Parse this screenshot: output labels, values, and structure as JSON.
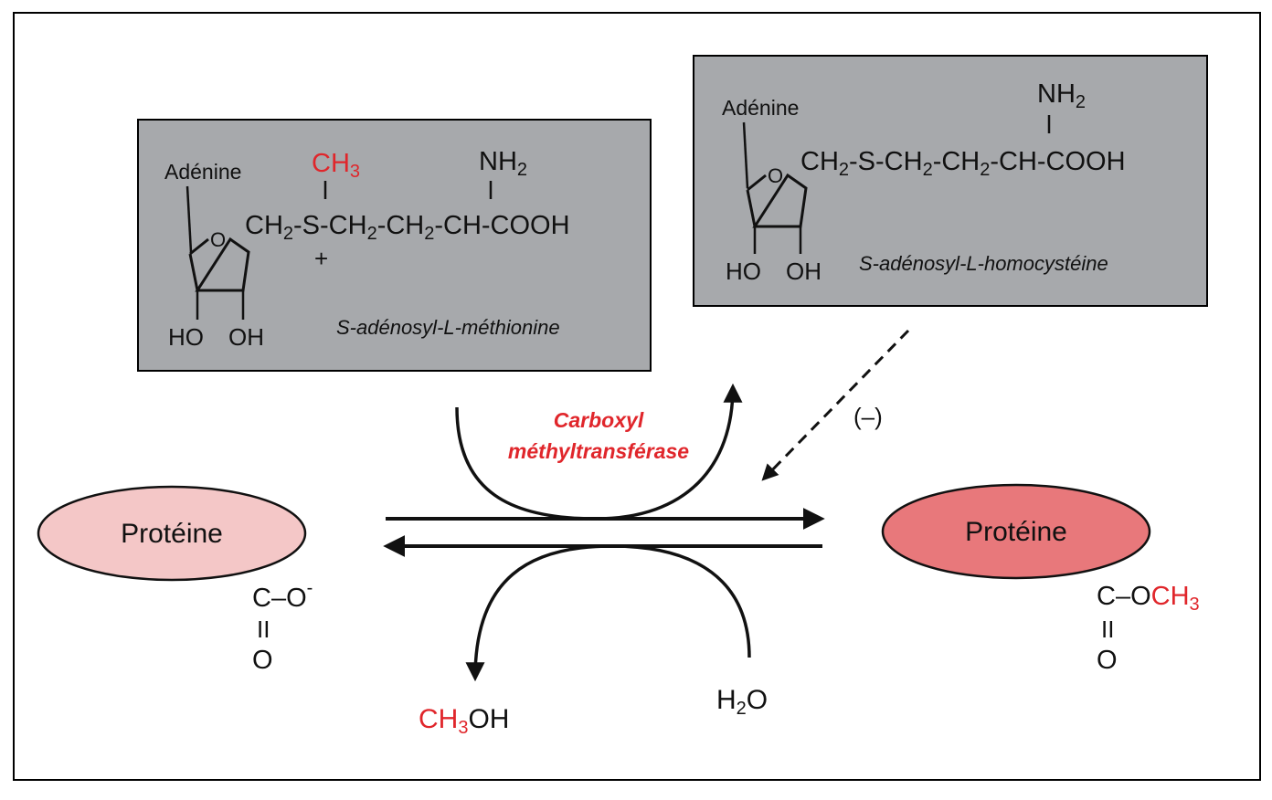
{
  "colors": {
    "red": "#e0262b",
    "box_gray": "#a7a9ac",
    "protein_left": "#f4c7c7",
    "protein_right": "#e8787b"
  },
  "sam": {
    "adenine": "Adénine",
    "ch3": "CH",
    "ch3_sub": "3",
    "nh2": "NH",
    "nh2_sub": "2",
    "chain_ch": "CH",
    "chain_sub1": "2",
    "chain_s": "-S-CH",
    "chain_sub2": "2",
    "chain_mid": "-CH",
    "chain_sub3": "2",
    "chain_end": "-CH-COOH",
    "plus": "+",
    "ring_o": "O",
    "ho": "HO",
    "oh": "OH",
    "name": "S-adénosyl-L-méthionine"
  },
  "sah": {
    "adenine": "Adénine",
    "nh2": "NH",
    "nh2_sub": "2",
    "chain_ch": "CH",
    "chain_sub1": "2",
    "chain_s": "-S-CH",
    "chain_sub2": "2",
    "chain_mid": "-CH",
    "chain_sub3": "2",
    "chain_end": "-CH-COOH",
    "ring_o": "O",
    "ho": "HO",
    "oh": "OH",
    "name": "S-adénosyl-L-homocystéine"
  },
  "enzyme": {
    "line1": "Carboxyl",
    "line2": "méthyltransférase"
  },
  "inhibition": "(–)",
  "protein_left": {
    "label": "Protéine",
    "group_c": "C–O",
    "group_charge": "-",
    "dbl": "II",
    "o": "O"
  },
  "protein_right": {
    "label": "Protéine",
    "group_c": "C–O",
    "group_ch3": "CH",
    "group_ch3_sub": "3",
    "dbl": "II",
    "o": "O"
  },
  "methanol": {
    "ch": "CH",
    "sub": "3",
    "oh": "OH"
  },
  "water": {
    "h": "H",
    "sub": "2",
    "o": "O"
  }
}
